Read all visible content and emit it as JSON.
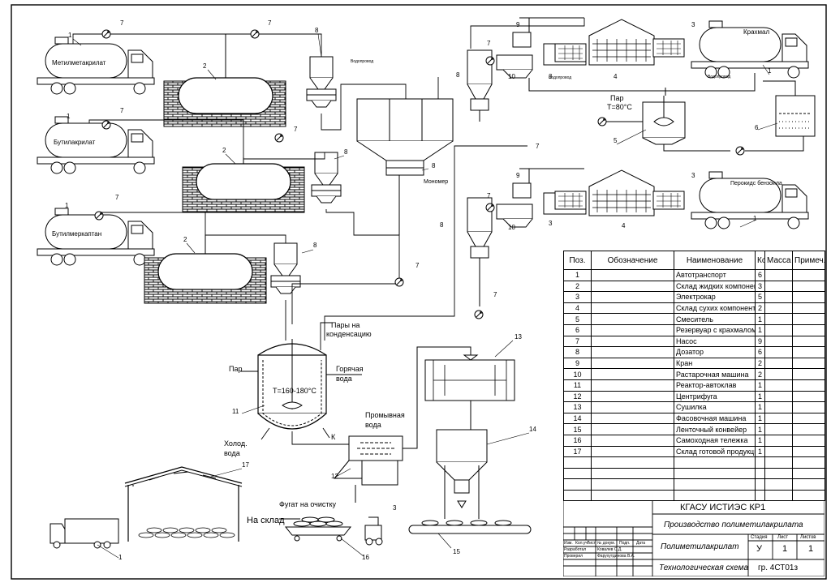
{
  "labels": {
    "truck_methyl": "Метилметакрилат",
    "truck_butyl": "Бутилакрилат",
    "truck_mercaptan": "Бутилмеркаптан",
    "truck_starch": "Крахмал",
    "truck_peroxide": "Перокидс бензоила",
    "monomer": "Мономер",
    "vapors": [
      "Пары на",
      "конденсацию"
    ],
    "steam_in": "Пар",
    "hot_water": [
      "Горячая",
      "вода"
    ],
    "reactor_temp": "T=160-180°C",
    "cold_water": [
      "Холод.",
      "вода"
    ],
    "mixer_steam": [
      "Пар",
      "T=80°C"
    ],
    "wash_water": [
      "Промывная",
      "вода"
    ],
    "fugate": "Фугат на очистку",
    "to_warehouse": "На склад",
    "k": "К",
    "small_note": "Водопровод"
  },
  "callouts": {
    "n1": "1",
    "n2": "2",
    "n3": "3",
    "n4": "4",
    "n5": "5",
    "n6": "6",
    "n7": "7",
    "n8": "8",
    "n9": "9",
    "n10": "10",
    "n11": "11",
    "n12": "12",
    "n13": "13",
    "n14": "14",
    "n15": "15",
    "n16": "16",
    "n17": "17"
  },
  "spec": {
    "headers": [
      "Поз.",
      "Обозначение",
      "Наименование",
      "Кол.",
      "Масса",
      "Примеч."
    ],
    "rows": [
      {
        "pos": "1",
        "name": "Автотранспорт",
        "qty": "6"
      },
      {
        "pos": "2",
        "name": "Склад жидких компонентов",
        "qty": "3"
      },
      {
        "pos": "3",
        "name": "Электрокар",
        "qty": "5"
      },
      {
        "pos": "4",
        "name": "Склад сухих компонентов",
        "qty": "2"
      },
      {
        "pos": "5",
        "name": "Смеситель",
        "qty": "1"
      },
      {
        "pos": "6",
        "name": "Резервуар с крахмалом",
        "qty": "1"
      },
      {
        "pos": "7",
        "name": "Насос",
        "qty": "9"
      },
      {
        "pos": "8",
        "name": "Дозатор",
        "qty": "6"
      },
      {
        "pos": "9",
        "name": "Кран",
        "qty": "2"
      },
      {
        "pos": "10",
        "name": "Растарочная машина",
        "qty": "2"
      },
      {
        "pos": "11",
        "name": "Реактор-автоклав",
        "qty": "1"
      },
      {
        "pos": "12",
        "name": "Центрифуга",
        "qty": "1"
      },
      {
        "pos": "13",
        "name": "Сушилка",
        "qty": "1"
      },
      {
        "pos": "14",
        "name": "Фасовочная машина",
        "qty": "1"
      },
      {
        "pos": "15",
        "name": "Ленточный конвейер",
        "qty": "1"
      },
      {
        "pos": "16",
        "name": "Самоходная тележка",
        "qty": "1"
      },
      {
        "pos": "17",
        "name": "Склад готовой продукции",
        "qty": "1"
      }
    ]
  },
  "stamp": {
    "org": "КГАСУ ИСТИЭС КР1",
    "subject": "Производство полиметилакрилата",
    "product": "Полиметилакрилат",
    "sheet_type": "Технологическая схема",
    "stage_label": "Стадия",
    "sheet_label": "Лист",
    "sheets_label": "Листов",
    "stage": "У",
    "sheet": "1",
    "sheets": "1",
    "group": "гр. 4СТ01з",
    "col_heads": [
      "Изм.",
      "Кол.уч",
      "Лист",
      "№ докум.",
      "Подп.",
      "Дата"
    ],
    "developed_label": "Разработал",
    "developed_by": "Ковалев С.Д.",
    "checked_label": "Проверил",
    "checked_by": "Фарухутдинова В.А."
  }
}
